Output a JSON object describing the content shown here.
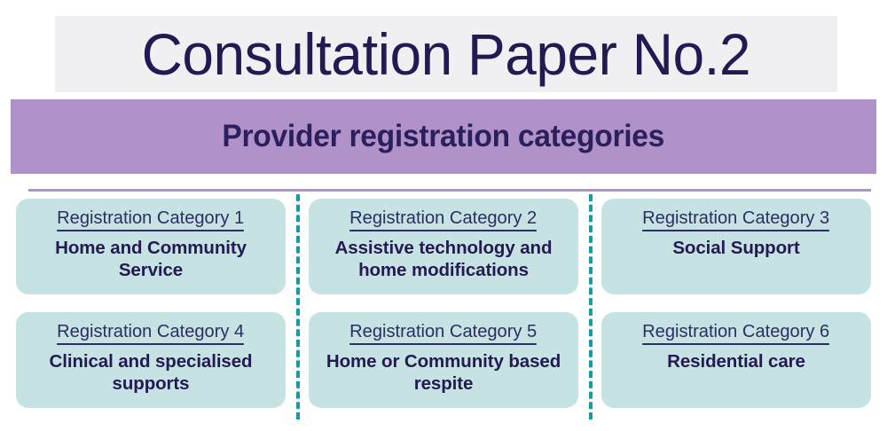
{
  "document": {
    "title": "Consultation Paper No.2",
    "banner_heading": "Provider registration categories"
  },
  "colors": {
    "title_background": "#f0f0f2",
    "banner_background": "#b092c9",
    "banner_text": "#2b1f5e",
    "title_text": "#231a53",
    "card_background": "#c6e2e2",
    "card_text": "#231a53",
    "card_heading_text": "#2b2e63",
    "divider_dashed": "#169ba6",
    "rule": "#b48fcc",
    "page_background": "#ffffff"
  },
  "categories": [
    {
      "heading": "Registration Category 1",
      "label": "Home and Community Service"
    },
    {
      "heading": "Registration Category 2",
      "label": "Assistive technology and home modifications"
    },
    {
      "heading": "Registration Category 3",
      "label": "Social Support"
    },
    {
      "heading": "Registration Category 4",
      "label": "Clinical and specialised supports"
    },
    {
      "heading": "Registration Category 5",
      "label": "Home or Community based respite"
    },
    {
      "heading": "Registration Category 6",
      "label": "Residential care"
    }
  ]
}
